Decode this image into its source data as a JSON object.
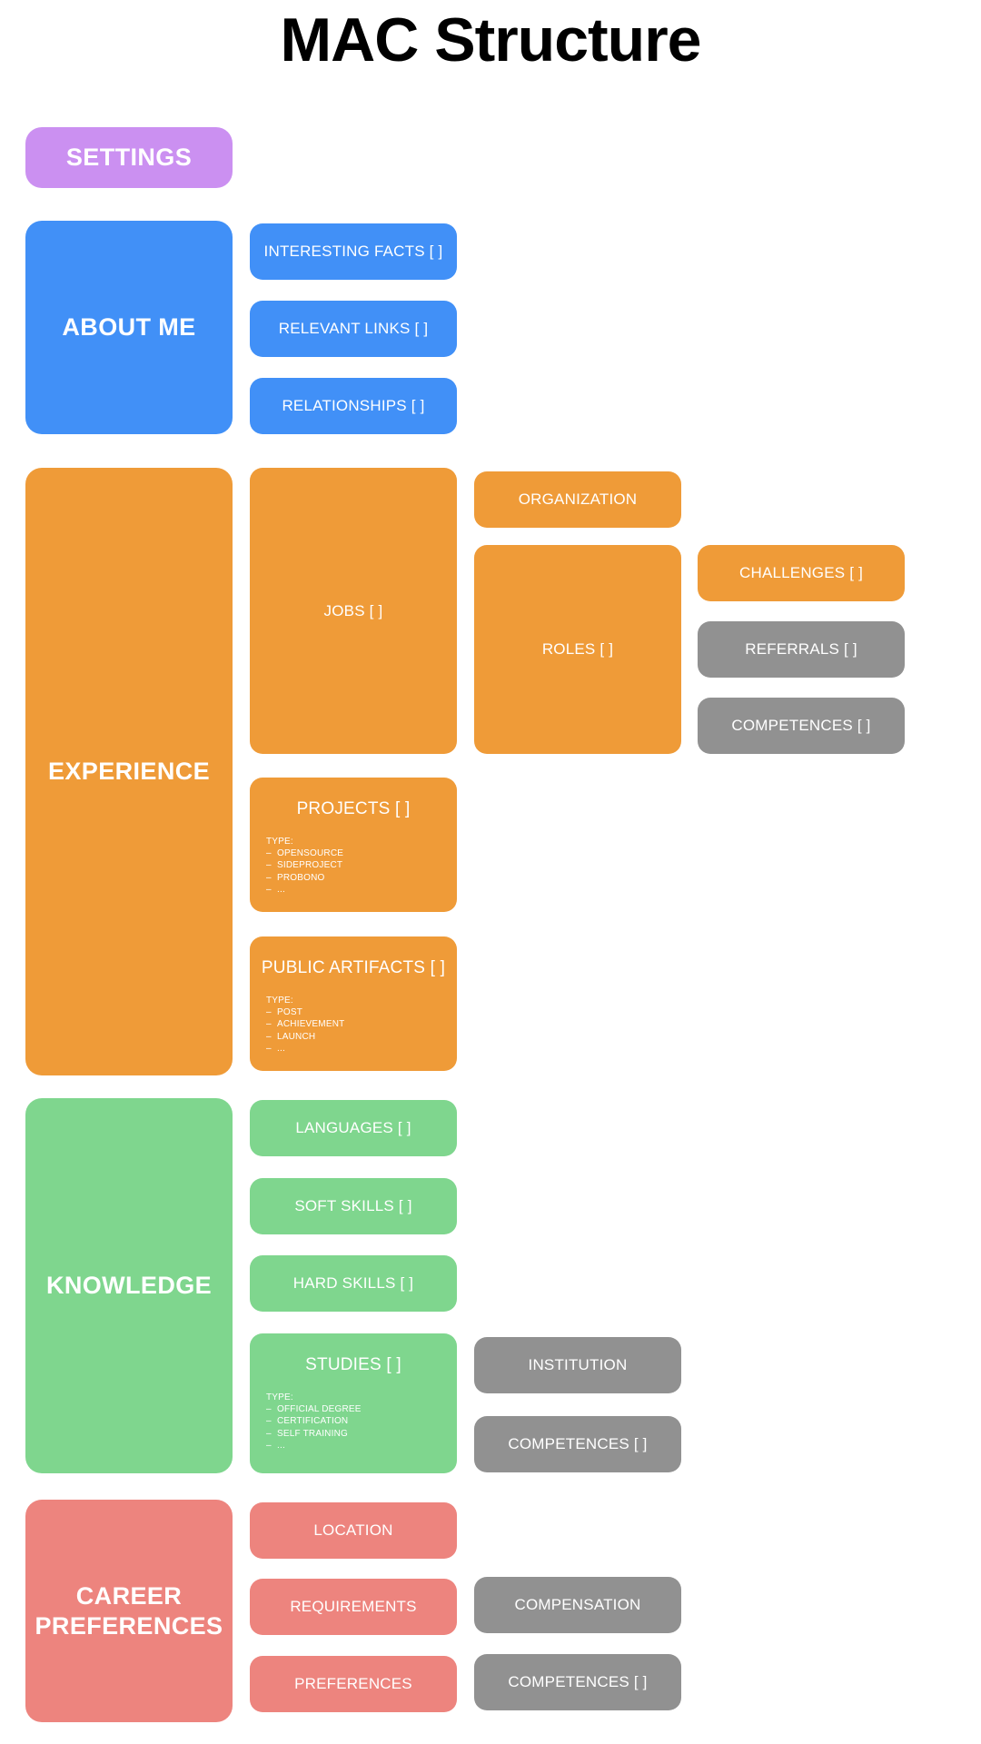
{
  "page": {
    "title": "MAC Structure",
    "background": "#ffffff"
  },
  "colors": {
    "purple": "#cb90f1",
    "blue": "#4190f7",
    "orange": "#ef9b38",
    "green": "#7fd68e",
    "red": "#ed847e",
    "gray": "#919191",
    "text": "#ffffff",
    "title": "#000000"
  },
  "sections": {
    "settings": {
      "label": "SETTINGS",
      "color": "#cb90f1"
    },
    "about_me": {
      "label": "ABOUT ME",
      "color": "#4190f7",
      "children": [
        {
          "label": "INTERESTING FACTS [ ]",
          "color": "#4190f7"
        },
        {
          "label": "RELEVANT LINKS [ ]",
          "color": "#4190f7"
        },
        {
          "label": "RELATIONSHIPS [ ]",
          "color": "#4190f7"
        }
      ]
    },
    "experience": {
      "label": "EXPERIENCE",
      "color": "#ef9b38",
      "jobs": {
        "label": "JOBS [ ]",
        "color": "#ef9b38",
        "organization": {
          "label": "ORGANIZATION",
          "color": "#ef9b38"
        },
        "roles": {
          "label": "ROLES [ ]",
          "color": "#ef9b38",
          "children": [
            {
              "label": "CHALLENGES [ ]",
              "color": "#ef9b38"
            },
            {
              "label": "REFERRALS [ ]",
              "color": "#919191"
            },
            {
              "label": "COMPETENCES [ ]",
              "color": "#919191"
            }
          ]
        }
      },
      "projects": {
        "label": "PROJECTS [ ]",
        "color": "#ef9b38",
        "type_label": "TYPE:",
        "types": [
          "OPENSOURCE",
          "SIDEPROJECT",
          "PROBONO",
          "..."
        ]
      },
      "public_artifacts": {
        "label": "PUBLIC ARTIFACTS [ ]",
        "color": "#ef9b38",
        "type_label": "TYPE:",
        "types": [
          "POST",
          "ACHIEVEMENT",
          "LAUNCH",
          "..."
        ]
      }
    },
    "knowledge": {
      "label": "KNOWLEDGE",
      "color": "#7fd68e",
      "children": [
        {
          "label": "LANGUAGES [ ]",
          "color": "#7fd68e"
        },
        {
          "label": "SOFT SKILLS [ ]",
          "color": "#7fd68e"
        },
        {
          "label": "HARD SKILLS [ ]",
          "color": "#7fd68e"
        }
      ],
      "studies": {
        "label": "STUDIES [ ]",
        "color": "#7fd68e",
        "type_label": "TYPE:",
        "types": [
          "OFFICIAL DEGREE",
          "CERTIFICATION",
          "SELF TRAINING",
          "..."
        ],
        "children": [
          {
            "label": "INSTITUTION",
            "color": "#919191"
          },
          {
            "label": "COMPETENCES [ ]",
            "color": "#919191"
          }
        ]
      }
    },
    "career_preferences": {
      "label_line1": "CAREER",
      "label_line2": "PREFERENCES",
      "color": "#ed847e",
      "children": [
        {
          "label": "LOCATION",
          "color": "#ed847e"
        },
        {
          "label": "REQUIREMENTS",
          "color": "#ed847e"
        },
        {
          "label": "PREFERENCES",
          "color": "#ed847e"
        }
      ],
      "third_column": [
        {
          "label": "COMPENSATION",
          "color": "#919191"
        },
        {
          "label": "COMPETENCES [ ]",
          "color": "#919191"
        }
      ]
    }
  }
}
